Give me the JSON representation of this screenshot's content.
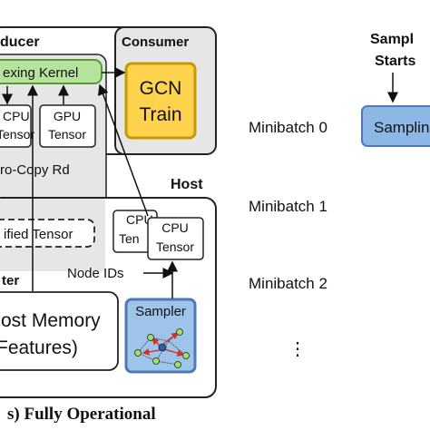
{
  "producer": {
    "title_partial": "ducer",
    "kernel_label": "exing Kernel",
    "cpu_tensor_partial": [
      "CPU",
      "Tensor"
    ],
    "gpu_tensor": [
      "GPU",
      "Tensor"
    ],
    "zero_copy_label": "ro-Copy Rd",
    "unified_tensor": "ified Tensor",
    "cluster_partial": "ter"
  },
  "consumer": {
    "title": "Consumer",
    "gcn_train": [
      "GCN",
      "Train"
    ]
  },
  "host": {
    "title": "Host",
    "cpu_tensor_back": [
      "CPU",
      "Ten"
    ],
    "cpu_tensor_front": [
      "CPU",
      "Tensor"
    ],
    "node_ids": "Node IDs",
    "host_memory": [
      "ost Memory",
      "Features)"
    ],
    "sampler": "Sampler"
  },
  "caption": "s) Fully Operational",
  "timeline": {
    "sampling_starts": [
      "Sampl",
      "Starts"
    ],
    "sampling_box": "Samplin",
    "minibatches": [
      "Minibatch 0",
      "Minibatch 1",
      "Minibatch 2"
    ],
    "ellipsis": "⋮"
  },
  "colors": {
    "gray_panel": "#e6e6e6",
    "kernel_green": "#b6e39b",
    "kernel_border": "#5a9a3a",
    "gcn_yellow": "#ffd34d",
    "gcn_border": "#c89a00",
    "sampler_blue": "#9ec4ea",
    "sampler_border": "#4f79b5",
    "sampling_blue": "#8db8e6",
    "node_green": "#9fe06b",
    "edge_red": "#d0302a"
  }
}
